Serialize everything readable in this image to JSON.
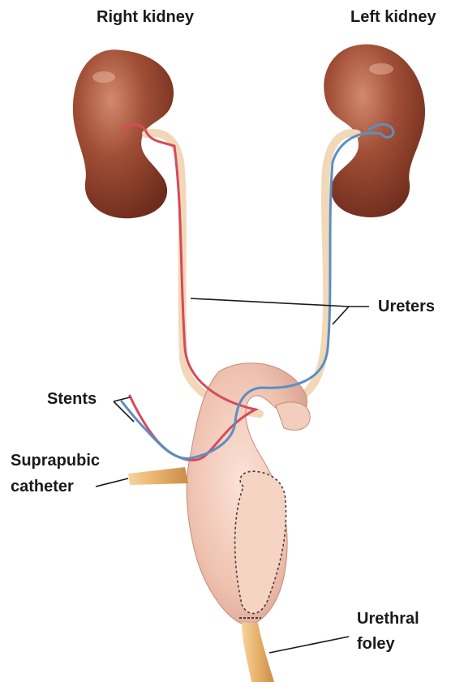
{
  "labels": {
    "right_kidney": "Right kidney",
    "left_kidney": "Left kidney",
    "ureters": "Ureters",
    "stents": "Stents",
    "suprapubic_line1": "Suprapubic",
    "suprapubic_line2": "catheter",
    "urethral_line1": "Urethral",
    "urethral_line2": "foley"
  },
  "colors": {
    "kidney": "#8a3b28",
    "kidney_highlight": "#c97a5e",
    "ureter": "#f1d8b8",
    "stent_red": "#d64a5c",
    "stent_blue": "#5b8fc2",
    "bladder": "#efc2b0",
    "bladder_shadow": "#d59a88",
    "catheter": "#e7b06a",
    "suture": "#4a3a3a"
  }
}
